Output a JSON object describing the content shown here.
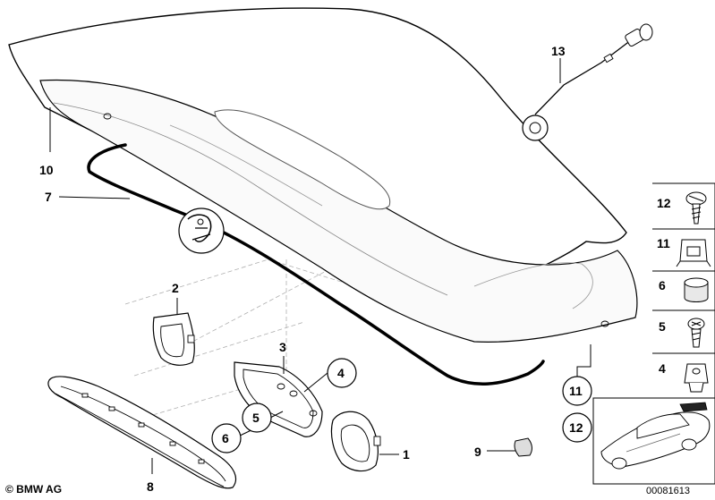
{
  "copyright": "© BMW AG",
  "doc_number": "00081613",
  "callouts": {
    "c1": "1",
    "c2": "2",
    "c3": "3",
    "c4": "4",
    "c5": "5",
    "c6": "6",
    "c7": "7",
    "c8": "8",
    "c9": "9",
    "c10": "10",
    "c11": "11",
    "c12": "12",
    "c13": "13"
  },
  "sidebar": {
    "s12": "12",
    "s11": "11",
    "s6": "6",
    "s5": "5",
    "s4": "4"
  }
}
